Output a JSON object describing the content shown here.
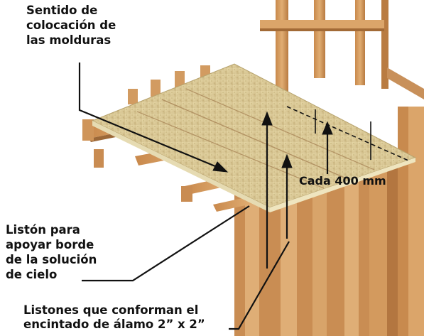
{
  "labels": {
    "molding_direction": "Sentido de\ncolocación de\nlas molduras",
    "edge_strip": "Listón para\napoyar borde\nde la solución\nde cielo",
    "furring_strips": "Listones que conforman el\nencintado de álamo 2” x 2”",
    "spacing": "Cada 400 mm"
  },
  "colors": {
    "panel": "#d9c796",
    "wood": "#d09a5e",
    "wood_dark": "#9c6838",
    "leader": "#111111"
  }
}
